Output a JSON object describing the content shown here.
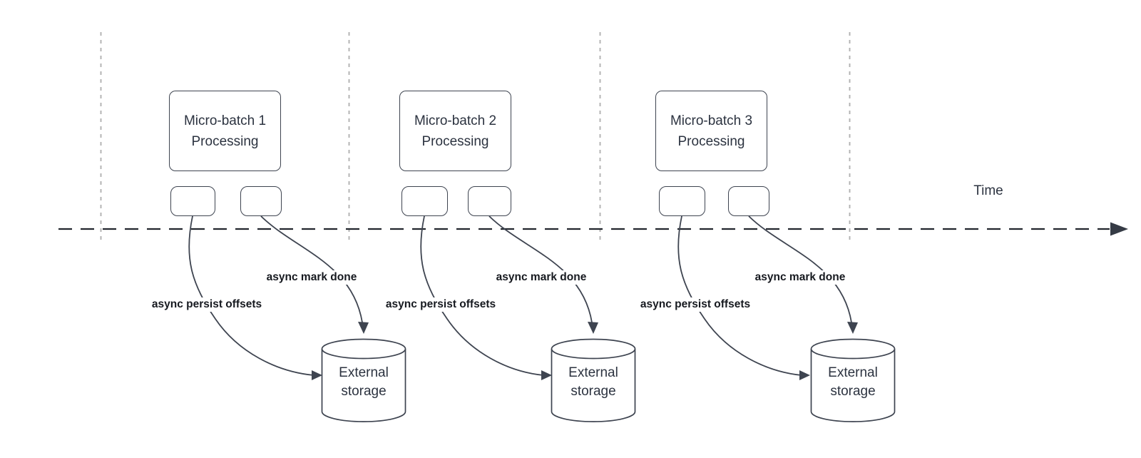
{
  "time_axis_label": "Time",
  "batches": [
    {
      "title_line1": "Micro-batch 1",
      "title_line2": "Processing",
      "persist_label": "async persist offsets",
      "markdone_label": "async mark done",
      "storage_line1": "External",
      "storage_line2": "storage"
    },
    {
      "title_line1": "Micro-batch 2",
      "title_line2": "Processing",
      "persist_label": "async persist offsets",
      "markdone_label": "async mark done",
      "storage_line1": "External",
      "storage_line2": "storage"
    },
    {
      "title_line1": "Micro-batch 3",
      "title_line2": "Processing",
      "persist_label": "async persist offsets",
      "markdone_label": "async mark done",
      "storage_line1": "External",
      "storage_line2": "storage"
    }
  ],
  "colors": {
    "connector_stroke": "#3e4450",
    "timeline_stroke": "#23272e",
    "guide_stroke": "#b1b1b1",
    "box_text": "#2c3340",
    "label_text": "#16191f",
    "background": "#ffffff"
  }
}
